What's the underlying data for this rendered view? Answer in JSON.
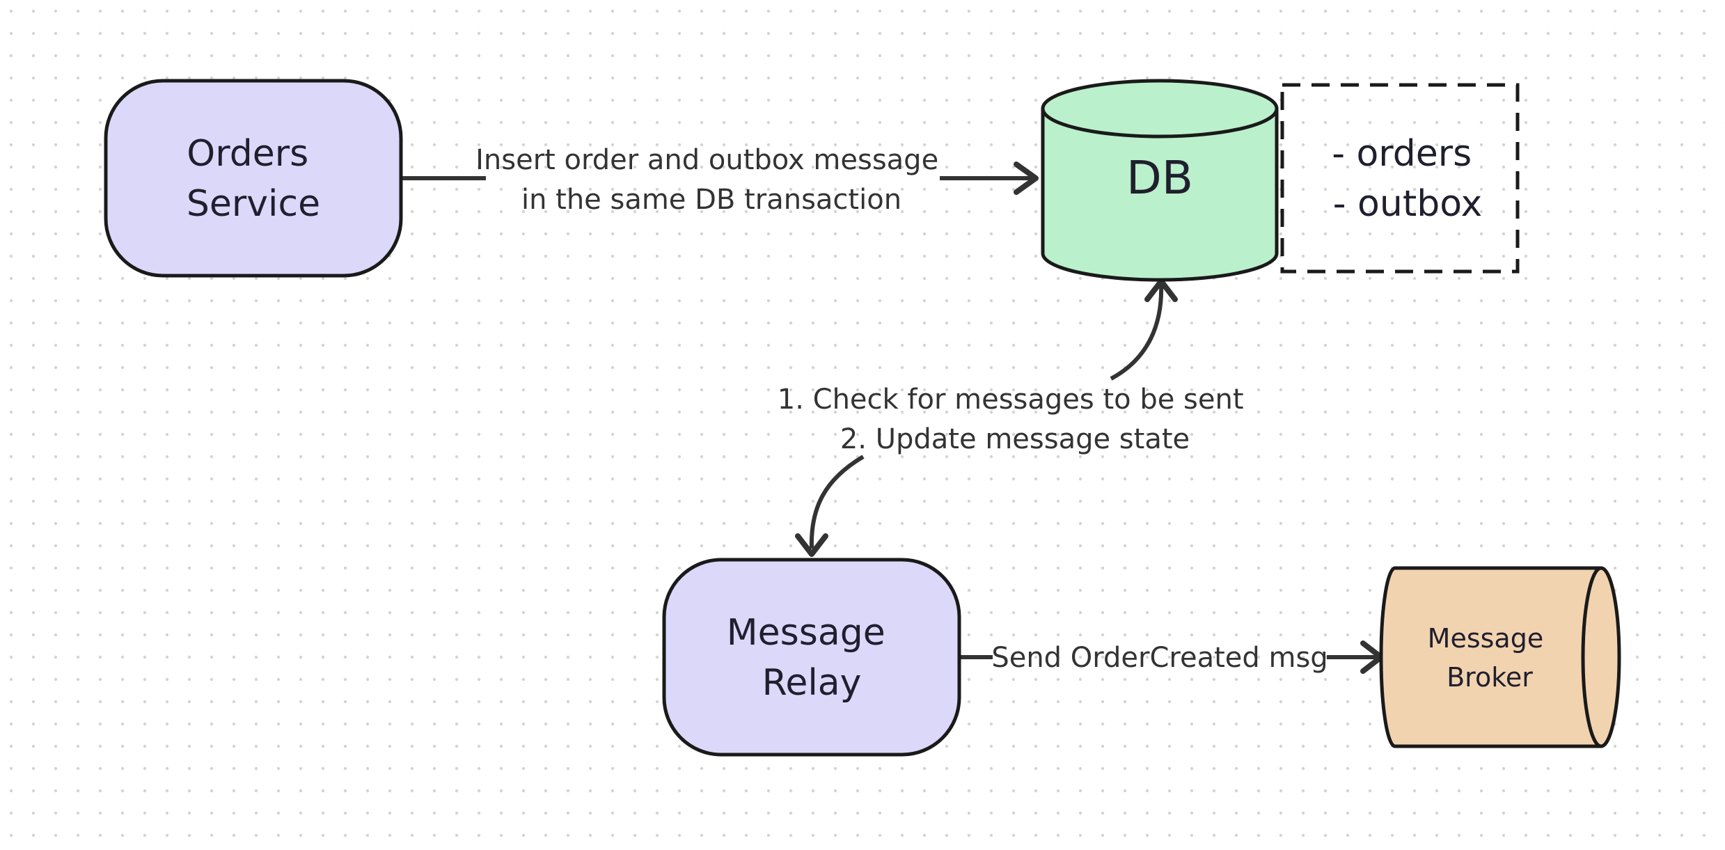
{
  "nodes": {
    "orders_service": {
      "lines": [
        "Orders",
        "Service"
      ],
      "fill": "#dcd8fa"
    },
    "db": {
      "label": "DB",
      "fill": "#baf0cb"
    },
    "db_tables": {
      "lines": [
        "- orders",
        "- outbox"
      ]
    },
    "message_relay": {
      "lines": [
        "Message",
        "Relay"
      ],
      "fill": "#dcd8fa"
    },
    "message_broker": {
      "lines": [
        "Message",
        "Broker"
      ],
      "fill": "#f2d3b0"
    }
  },
  "edges": {
    "insert": {
      "lines": [
        "Insert order and outbox message",
        "in the same DB transaction"
      ]
    },
    "poll": {
      "lines": [
        "1. Check for messages to be sent",
        "2. Update message state"
      ]
    },
    "send": {
      "label": "Send OrderCreated msg"
    }
  },
  "colors": {
    "stroke": "#1a1a1a",
    "arrow": "#333333",
    "dot": "#d4d4d4"
  }
}
